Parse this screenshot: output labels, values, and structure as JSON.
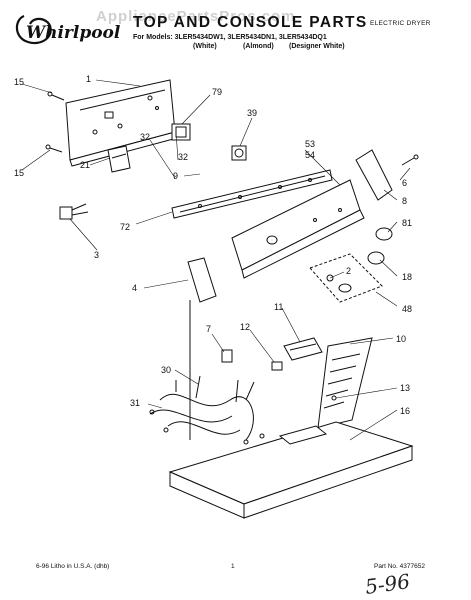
{
  "header": {
    "brand": "Whirlpool",
    "title": "TOP AND CONSOLE PARTS",
    "subtitle": "ELECTRIC DRYER",
    "models_line": "For Models: 3LER5434DW1, 3LER5434DN1, 3LER5434DQ1",
    "variants": [
      "(White)",
      "(Almond)",
      "(Designer White)"
    ]
  },
  "watermark": "AppliancePartsPros.com",
  "diagram": {
    "callouts": [
      "1",
      "15",
      "15",
      "79",
      "39",
      "53",
      "54",
      "32",
      "21",
      "32",
      "9",
      "6",
      "8",
      "81",
      "72",
      "3",
      "2",
      "18",
      "48",
      "4",
      "11",
      "10",
      "7",
      "12",
      "30",
      "31",
      "13",
      "16"
    ]
  },
  "footer": {
    "left": "6-96 Litho in U.S.A. (dhb)",
    "center": "1",
    "right": "Part No. 4377652"
  },
  "handwritten_note": "5-96"
}
